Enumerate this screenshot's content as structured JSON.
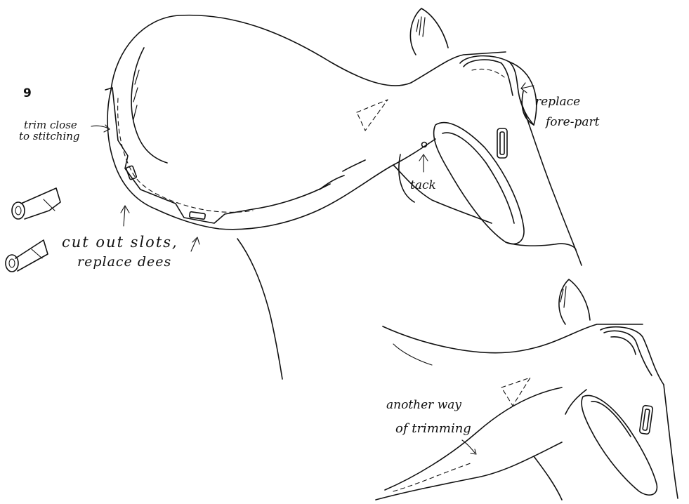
{
  "figure": {
    "number": "9",
    "labels": {
      "trim_close": "trim close",
      "to_stitching": "to stitching",
      "replace": "replace",
      "fore_part": "fore-part",
      "tack": "tack",
      "cut_out_slots": "cut out slots,",
      "replace_dees": "replace dees",
      "another_way": "another way",
      "of_trimming": "of trimming"
    }
  }
}
